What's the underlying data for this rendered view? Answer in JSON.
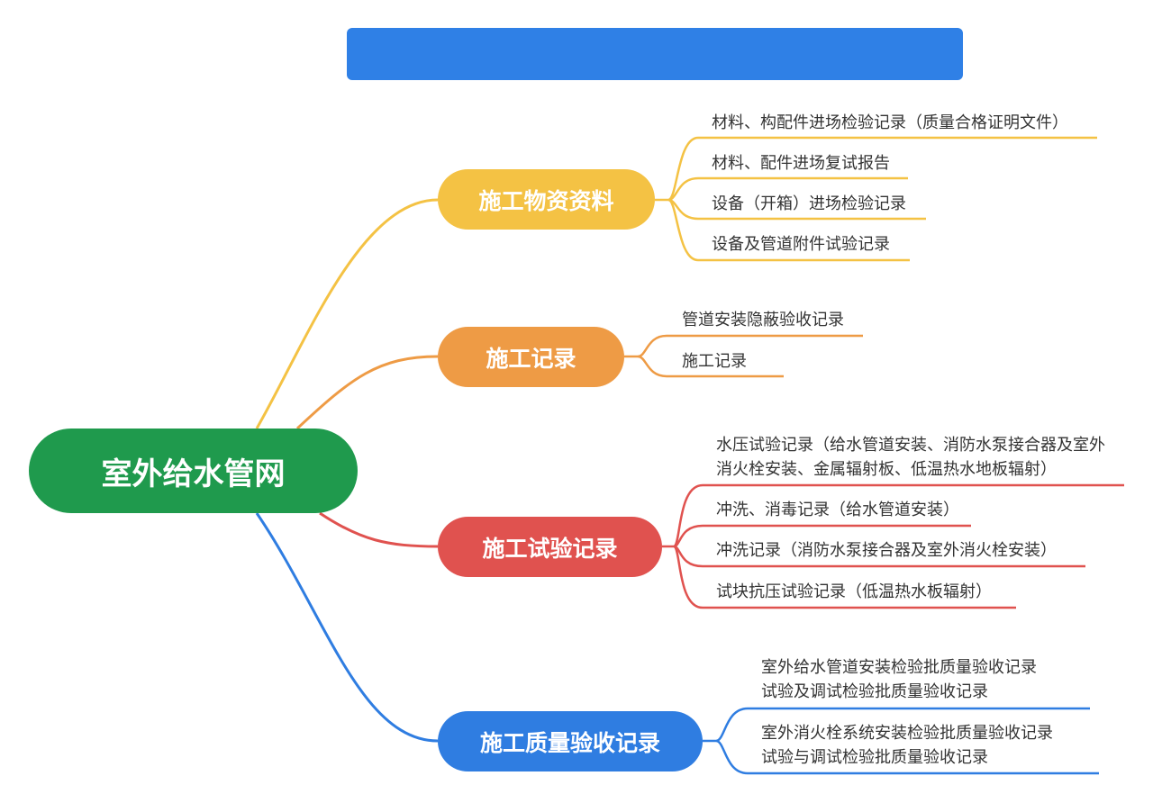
{
  "root": {
    "label": "室外给水管网",
    "color": "#1f9a4d"
  },
  "branches": [
    {
      "label": "施工物资资料",
      "color": "#f4c244",
      "leaves": [
        "材料、构配件进场检验记录（质量合格证明文件）",
        "材料、配件进场复试报告",
        "设备（开箱）进场检验记录",
        "设备及管道附件试验记录"
      ]
    },
    {
      "label": "施工记录",
      "color": "#ee9b45",
      "leaves": [
        "管道安装隐蔽验收记录",
        "施工记录"
      ]
    },
    {
      "label": "施工试验记录",
      "color": "#e0524f",
      "leaves": [
        "水压试验记录（给水管道安装、消防水泵接合器及室外消火栓安装、金属辐射板、低温热水地板辐射）",
        "冲洗、消毒记录（给水管道安装）",
        "冲洗记录（消防水泵接合器及室外消火栓安装）",
        "试块抗压试验记录（低温热水板辐射）"
      ]
    },
    {
      "label": "施工质量验收记录",
      "color": "#2f7de1",
      "leaves": [
        "室外给水管道安装检验批质量验收记录",
        "试验及调试检验批质量验收记录",
        "室外消火栓系统安装检验批质量验收记录",
        "试验与调试检验批质量验收记录"
      ]
    }
  ]
}
